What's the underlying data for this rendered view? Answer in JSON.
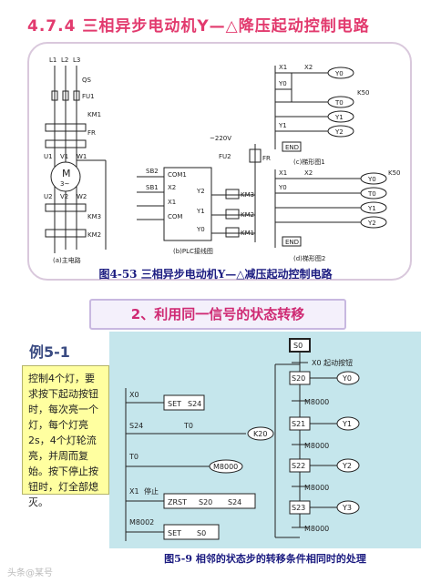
{
  "section_title": "4.7.4 三相异步电动机Y—△降压起动控制电路",
  "figure1": {
    "caption": "图4-53 三相异步电动机Y—△减压起动控制电路",
    "sub_a": "(a)主电路",
    "sub_b": "(b)PLC接线图",
    "sub_c": "(c)梯形图1",
    "sub_d": "(d)梯形图2",
    "main_labels": {
      "l1": "L1",
      "l2": "L2",
      "l3": "L3",
      "qs": "QS",
      "fu1": "FU1",
      "km1": "KM1",
      "fr": "FR",
      "u1": "U1",
      "v1": "V1",
      "w1": "W1",
      "motor": "M",
      "motor_sub": "3~",
      "u2": "U2",
      "v2": "V2",
      "w2": "W2",
      "km3": "KM3",
      "km2": "KM2"
    },
    "plc_labels": {
      "sb2": "SB2",
      "sb1": "SB1",
      "com1": "COM1",
      "x2": "X2",
      "x1": "X1",
      "y2": "Y2",
      "y1": "Y1",
      "com": "COM",
      "y0": "Y0",
      "ac": "~220V",
      "fu2": "FU2",
      "fr": "FR",
      "km3": "KM3",
      "km2": "KM2",
      "km1": "KM1"
    },
    "ladder1": {
      "x1": "X1",
      "x2": "X2",
      "y0a": "Y0",
      "k50": "K50",
      "y0b": "Y0",
      "t0": "T0",
      "y1a": "Y1",
      "y1b": "Y1",
      "y2": "Y2",
      "end": "END"
    },
    "ladder2": {
      "x1": "X1",
      "x2": "X2",
      "y0a": "Y0",
      "y0b": "Y0",
      "k50": "K50",
      "t0": "T0",
      "y1": "Y1",
      "y2": "Y2",
      "end": "END"
    }
  },
  "banner": "2、利用同一信号的状态转移",
  "example": {
    "title": "例5-1",
    "text": "控制4个灯，要求按下起动按钮时，每次亮一个灯，每个灯亮2s，4个灯轮流亮，并周而复始。按下停止按钮时，灯全部熄灭。"
  },
  "figure2": {
    "caption": "图5-9 相邻的状态步的转移条件相同时的处理",
    "ladder": {
      "x0": "X0",
      "set_s24": "SET",
      "s24a": "S24",
      "s24": "S24",
      "t0": "T0",
      "k20": "K20",
      "t0b": "T0",
      "m8000": "M8000",
      "x1": "X1",
      "stop": "停止",
      "zrst": "ZRST",
      "s20": "S20",
      "s24b": "S24",
      "m8002": "M8002",
      "set_s0": "SET",
      "s0": "S0"
    },
    "sfc": {
      "s0": "S0",
      "x0": "X0 起动按钮",
      "s20": "S20",
      "y0": "Y0",
      "m1": "M8000",
      "s21": "S21",
      "y1": "Y1",
      "m2": "M8000",
      "s22": "S22",
      "y2": "Y2",
      "m3": "M8000",
      "s23": "S23",
      "y3": "Y3",
      "m4": "M8000"
    }
  },
  "watermark": "头条@某号"
}
